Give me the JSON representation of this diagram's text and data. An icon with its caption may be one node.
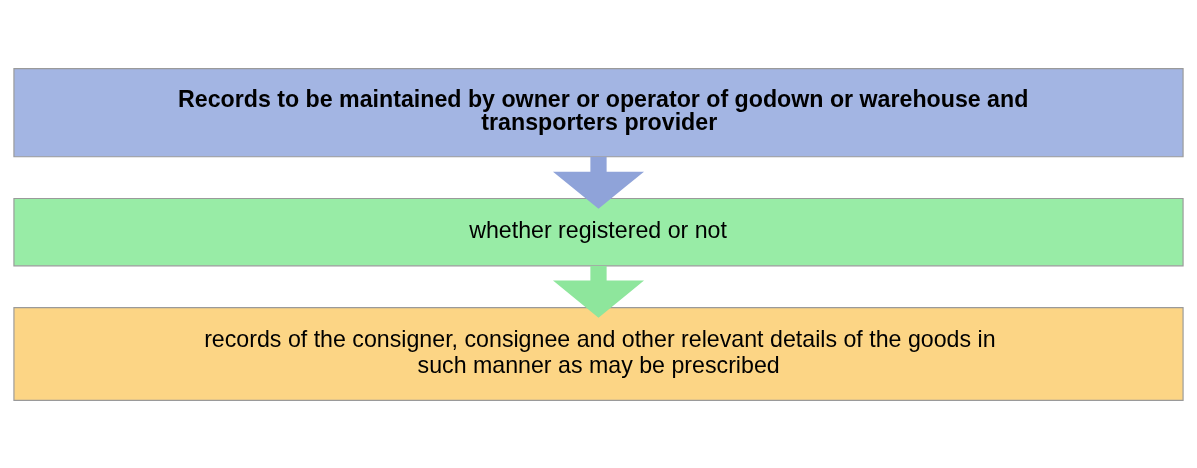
{
  "diagram": {
    "nodes": [
      {
        "text": [
          "Records to be maintained by owner or operator of godown or warehouse and transporters provider"
        ]
      },
      {
        "text": [
          "whether registered or not"
        ]
      },
      {
        "text": [
          "records of the consigner, consignee and other relevant details of the goods in such manner as may be prescribed"
        ]
      }
    ],
    "edges": [
      {
        "from": 0,
        "to": 1,
        "arrow": "to",
        "color": "#8fa3d9"
      },
      {
        "from": 1,
        "to": 2,
        "arrow": "to",
        "color": "#8ee69c"
      }
    ]
  }
}
